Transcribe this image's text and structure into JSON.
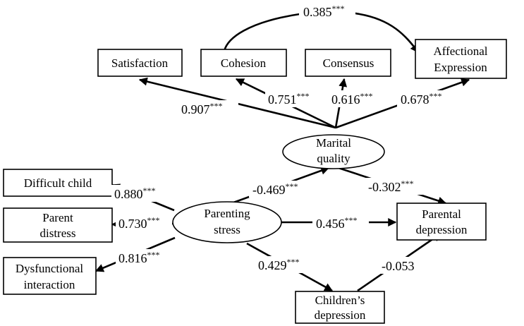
{
  "nodes": {
    "satisfaction": {
      "lines": [
        "Satisfaction"
      ]
    },
    "cohesion": {
      "lines": [
        "Cohesion"
      ]
    },
    "consensus": {
      "lines": [
        "Consensus"
      ]
    },
    "affectional_expression": {
      "lines": [
        "Affectional",
        "Expression"
      ]
    },
    "marital_quality": {
      "lines": [
        "Marital",
        "quality"
      ]
    },
    "difficult_child": {
      "lines": [
        "Difficult child"
      ]
    },
    "parent_distress": {
      "lines": [
        "Parent",
        "distress"
      ]
    },
    "dysfunctional_interaction": {
      "lines": [
        "Dysfunctional",
        "interaction"
      ]
    },
    "parenting_stress": {
      "lines": [
        "Parenting",
        "stress"
      ]
    },
    "parental_depression": {
      "lines": [
        "Parental",
        "depression"
      ]
    },
    "childrens_depression": {
      "lines": [
        "Children’s",
        "depression"
      ]
    }
  },
  "coefficients": {
    "satisfaction_cohesion_covariance": {
      "value": "0.385",
      "sig": "***"
    },
    "mq_satisfaction": {
      "value": "0.907",
      "sig": "***"
    },
    "mq_cohesion": {
      "value": "0.751",
      "sig": "***"
    },
    "mq_consensus": {
      "value": "0.616",
      "sig": "***"
    },
    "mq_affectional": {
      "value": "0.678",
      "sig": "***"
    },
    "ps_difficult_child": {
      "value": "0.880",
      "sig": "***"
    },
    "ps_parent_distress": {
      "value": "0.730",
      "sig": "***"
    },
    "ps_dysfunctional": {
      "value": "0.816",
      "sig": "***"
    },
    "ps_to_mq": {
      "value": "-0.469",
      "sig": "***"
    },
    "mq_to_pd": {
      "value": "-0.302",
      "sig": "***"
    },
    "ps_to_pd": {
      "value": "0.456",
      "sig": "***"
    },
    "ps_to_cd": {
      "value": "0.429",
      "sig": "***"
    },
    "cd_to_pd": {
      "value": "-0.053",
      "sig": ""
    }
  }
}
